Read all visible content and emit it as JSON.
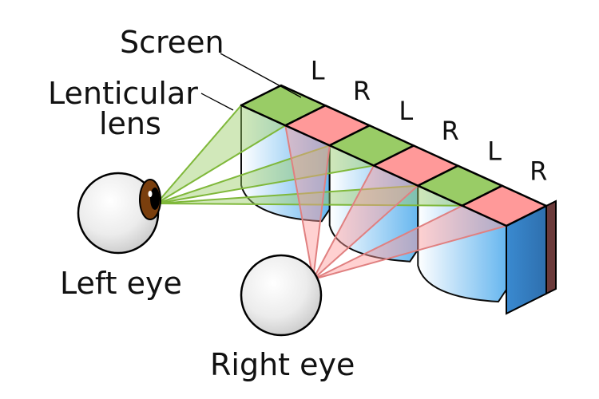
{
  "title": "Lenticular lens autostereoscopic display",
  "labels": {
    "screen": "Screen",
    "lenticular_line1": "Lenticular",
    "lenticular_line2": "lens",
    "left_eye": "Left eye",
    "right_eye": "Right eye"
  },
  "strip_segments": [
    {
      "eye": "L",
      "label": "L"
    },
    {
      "eye": "R",
      "label": "R"
    },
    {
      "eye": "L",
      "label": "L"
    },
    {
      "eye": "R",
      "label": "R"
    },
    {
      "eye": "L",
      "label": "L"
    },
    {
      "eye": "R",
      "label": "R"
    }
  ],
  "colors": {
    "left_pixel": "#99cc66",
    "right_pixel": "#ff9999",
    "left_ray": "#7fb83a",
    "right_ray": "#e08080",
    "lens_blue": "#66b8f0",
    "screen_side": "#6b3a3a",
    "iris": "#7a3f0e",
    "outline": "#000000"
  }
}
